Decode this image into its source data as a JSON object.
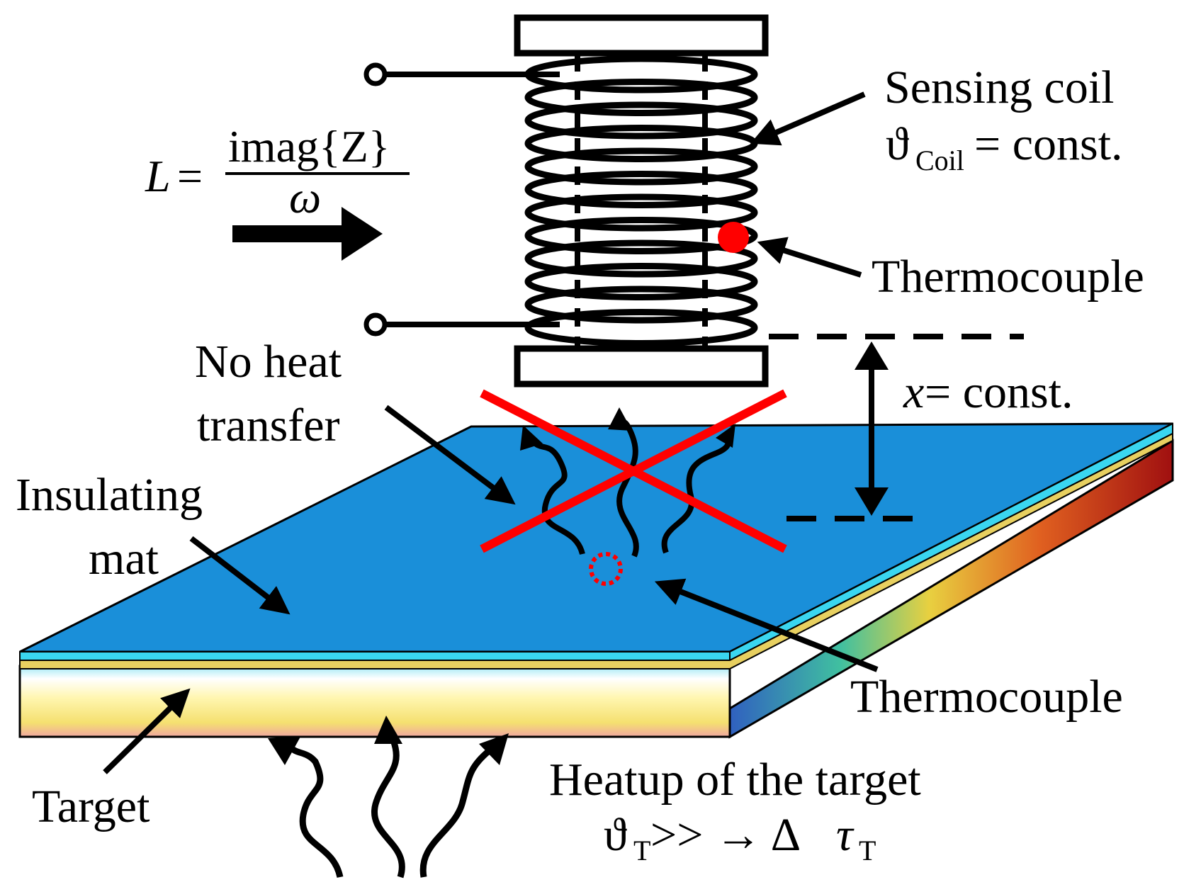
{
  "labels": {
    "formula_lhs": "L",
    "formula_eq": "=",
    "formula_num": "imag{Z}",
    "formula_num_var": "Z",
    "formula_den": "ω",
    "sensing_coil": "Sensing coil",
    "theta_symbol": "ϑ",
    "coil_sub": "Coil",
    "coil_temp_rest": " = const.",
    "thermocouple_top": "Thermocouple",
    "distance_var": "x",
    "distance_rest": " = const.",
    "no_heat_line1": "No heat",
    "no_heat_line2": "transfer",
    "insulating_line1": "Insulating",
    "insulating_line2": "mat",
    "thermocouple_bottom": "Thermocouple",
    "target": "Target",
    "heatup_line1": "Heatup of the target",
    "target_sub": "T",
    "heatup_rel": " >> → Δ",
    "tau_symbol": "τ",
    "tau_sub": "T"
  },
  "colors": {
    "mat_top": "#1a8fd9",
    "mat_edge": "#3ad6f0",
    "cross": "#ff0000",
    "thermocouple": "#ff0000",
    "target_hot": "#b01010",
    "target_warm": "#f7e07a",
    "ink": "#000000"
  }
}
